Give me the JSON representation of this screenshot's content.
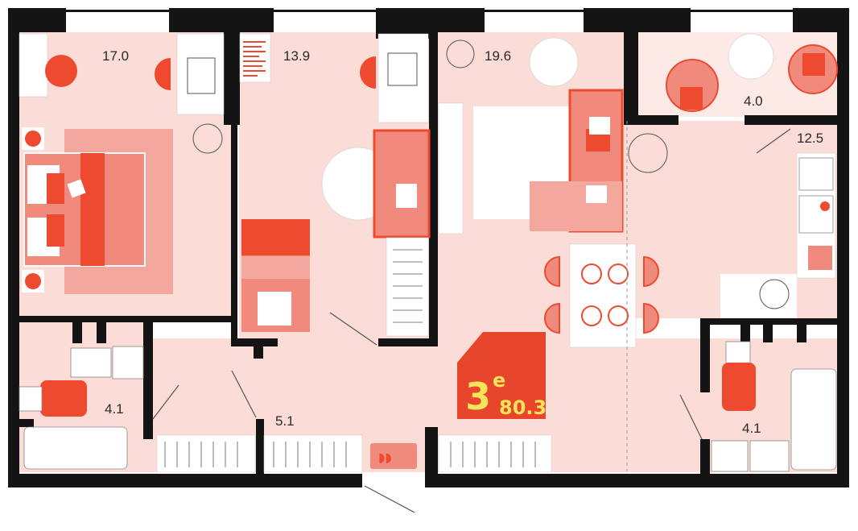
{
  "plan": {
    "badge": {
      "rooms": "3",
      "suffix": "е",
      "area": "80.3"
    },
    "rooms": [
      {
        "id": "bedroom-left",
        "area": "17.0"
      },
      {
        "id": "bedroom-middle",
        "area": "13.9"
      },
      {
        "id": "living-room",
        "area": "19.6"
      },
      {
        "id": "balcony",
        "area": "4.0"
      },
      {
        "id": "kitchen",
        "area": "12.5"
      },
      {
        "id": "bathroom-left",
        "area": "4.1"
      },
      {
        "id": "hallway",
        "area": "5.1"
      },
      {
        "id": "bathroom-right",
        "area": "4.1"
      }
    ]
  },
  "colors": {
    "floor": "#fbdcd6",
    "floor_light": "#fde9e5",
    "wall": "#141414",
    "accent_red": "#ee4a30",
    "accent_salmon": "#f08a7c",
    "accent_pink": "#f4a79c",
    "badge_bg": "#e8452d",
    "badge_text": "#f5e35a"
  }
}
